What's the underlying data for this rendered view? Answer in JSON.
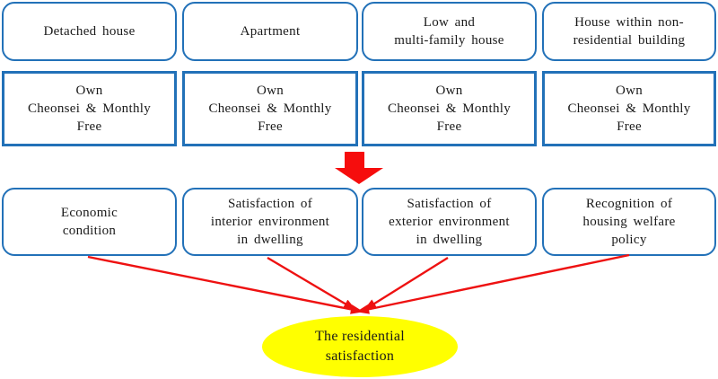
{
  "colors": {
    "box_border_blue": "#2271b8",
    "arrow_red": "#f60d0d",
    "connector_red": "#ee1111",
    "ellipse_yellow": "#ffff00",
    "text_black": "#1a1a1a",
    "background": "#ffffff"
  },
  "icons": {
    "down_arrow": "block-arrow-down"
  },
  "rows": {
    "housing_types": {
      "boxes": [
        {
          "label": "Detached house"
        },
        {
          "label": "Apartment"
        },
        {
          "label": "Low and\nmulti-family house"
        },
        {
          "label": "House within non-\nresidential building"
        }
      ]
    },
    "tenure_types": {
      "boxes": [
        {
          "label": "Own\nCheonsei & Monthly\nFree"
        },
        {
          "label": "Own\nCheonsei & Monthly\nFree"
        },
        {
          "label": "Own\nCheonsei & Monthly\nFree"
        },
        {
          "label": "Own\nCheonsei & Monthly\nFree"
        }
      ]
    },
    "factors": {
      "boxes": [
        {
          "label": "Economic\ncondition"
        },
        {
          "label": "Satisfaction of\ninterior environment\nin dwelling"
        },
        {
          "label": "Satisfaction of\nexterior environment\nin dwelling"
        },
        {
          "label": "Recognition of\nhousing welfare\npolicy"
        }
      ]
    }
  },
  "outcome": {
    "label": "The residential\nsatisfaction"
  }
}
